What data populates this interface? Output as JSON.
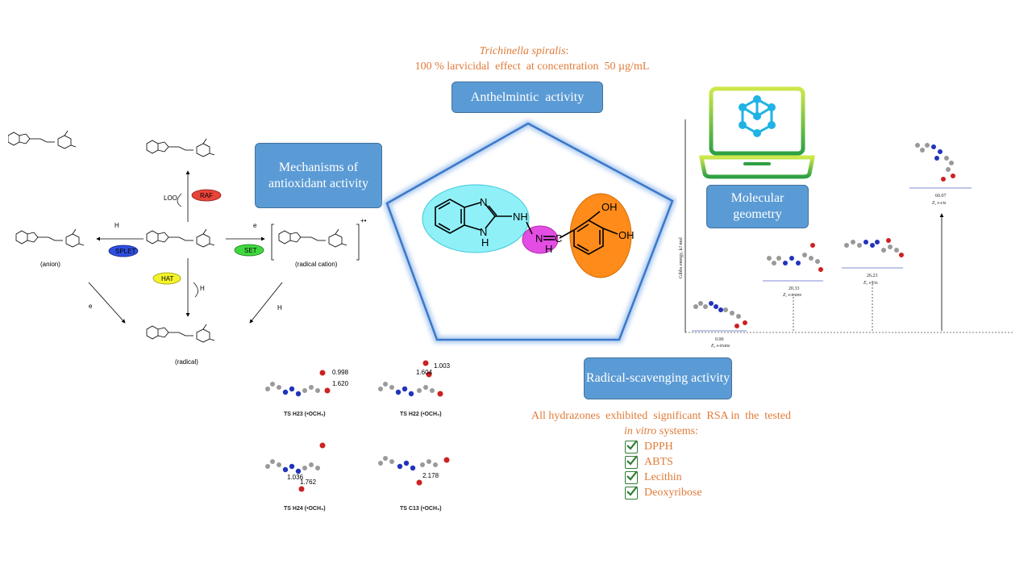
{
  "top": {
    "species": "Trichinella spiralis",
    "species_suffix": ":",
    "effect": "100 % larvicidal  effect  at concentration  50 µg/mL"
  },
  "boxes": {
    "anthelmintic": "Anthelmintic  activity",
    "mechanisms": "Mechanisms  of antioxidant activity",
    "molecular": "Molecular geometry",
    "radical": "Radical-scavenging activity"
  },
  "mechanism_labels": {
    "raf": "RAF",
    "splet": "SPLET",
    "set": "SET",
    "hat": "HAT",
    "anion": "(anion)",
    "radical_cation": "(radical cation)",
    "radical": "(radical)",
    "loo": "LOO",
    "h_plus": "H",
    "e_minus": "e"
  },
  "center_molecule": {
    "atoms": [
      "N",
      "NH",
      "N",
      "H",
      "N",
      "C",
      "H",
      "OH",
      "OH"
    ]
  },
  "energy_chart": {
    "ylabel": "Gibbs energy, kJ mol",
    "levels": [
      {
        "value": "0.00",
        "label": "E, s-trans"
      },
      {
        "value": "20.33",
        "label": "Z, s-trans"
      },
      {
        "value": "26.23",
        "label": "E, s-cis"
      },
      {
        "value": "60.07",
        "label": "Z, s-cis"
      }
    ]
  },
  "transition_states": [
    {
      "label": "TS H23 (•OCH₃)",
      "d1": "0.998",
      "d2": "1.620"
    },
    {
      "label": "TS H22 (•OCH₃)",
      "d1": "1.003",
      "d2": "1.604"
    },
    {
      "label": "TS H24 (•OCH₃)",
      "d1": "1.036",
      "d2": "1.762"
    },
    {
      "label": "TS C13 (•OCH₃)",
      "d1": "2.178",
      "d2": ""
    }
  ],
  "rsa": {
    "line1": "All hydrazones  exhibited  significant  RSA in  the  tested",
    "line2_italic": "in vitro",
    "line2_rest": " systems:",
    "items": [
      "DPPH",
      "ABTS",
      "Lecithin",
      "Deoxyribose"
    ]
  },
  "colors": {
    "box_blue": "#5b9bd5",
    "orange_text": "#e07b39",
    "laptop_green": "#4caf50",
    "cyan_blob": "#8ff0f8",
    "magenta_blob": "#e040e0",
    "orange_blob": "#ff8c1a"
  }
}
